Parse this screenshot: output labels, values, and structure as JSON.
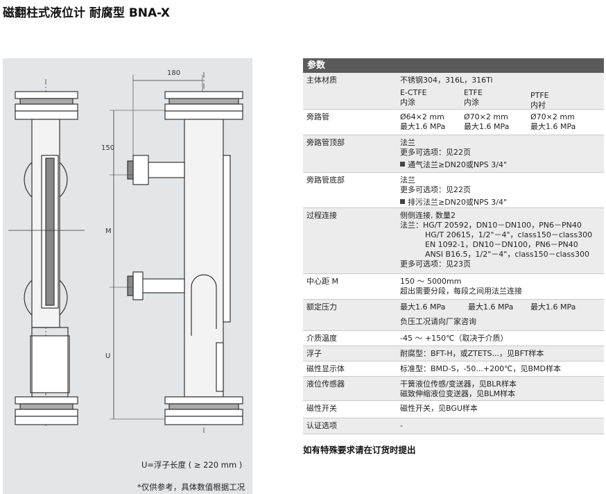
{
  "title": "磁翻柱式液位计 耐腐型 BNA-X",
  "drawing": {
    "dim_width": "180",
    "dim_150": "150",
    "dim_m": "M",
    "dim_u": "U",
    "caption1": "U=浮子长度 ( ≥ 220 mm )",
    "caption2": "*仅供参考，具体数值根据工况"
  },
  "panel": {
    "header": "参数",
    "rows": {
      "material": {
        "label": "主体材质",
        "line1": "不锈钢304，316L，316Ti",
        "col1_a": "E-CTFE",
        "col1_b": "内涂",
        "col2_a": "ETFE",
        "col2_b": "内涂",
        "col3_a": "PTFE",
        "col3_b": "内衬"
      },
      "bypass": {
        "label": "旁路管",
        "c1a": "Ø64×2 mm",
        "c1b": "最大1.6 MPa",
        "c2a": "Ø70×2 mm",
        "c2b": "最大1.6 MPa",
        "c3a": "Ø70×2 mm",
        "c3b": "最大1.6 MPa"
      },
      "top": {
        "label": "旁路管顶部",
        "l1": "法兰",
        "l2": "更多可选项：见22页",
        "l3": "通气法兰≥DN20或NPS 3/4\""
      },
      "bottom": {
        "label": "旁路管底部",
        "l1": "法兰",
        "l2": "更多可选项：见22页",
        "l3": "排污法兰≥DN20或NPS 3/4\""
      },
      "process": {
        "label": "过程连接",
        "l1": "侧侧连接, 数量2",
        "l2": "法兰：HG/T 20592，DN10－DN100，PN6－PN40",
        "l3": "HG/T 20615，1/2\"－4\"，class150－class300",
        "l4": "EN 1092-1，DN10－DN100，PN6－PN40",
        "l5": "ANSI B16.5，1/2\"－4\"，class150－class300",
        "l6": "更多可选项：见23页"
      },
      "center": {
        "label": "中心距 M",
        "l1": "150 ～ 5000mm",
        "l2": "超出需要分段，每段之间用法兰连接"
      },
      "pressure": {
        "label": "额定压力",
        "c1": "最大1.6 MPa",
        "c2": "最大1.6 MPa",
        "c3": "最大1.6 MPa",
        "l2": "负压工况请向厂家咨询"
      },
      "temp": {
        "label": "介质温度",
        "val": "-45 ～ +150℃（取决于介质）"
      },
      "float": {
        "label": "浮子",
        "val": "耐腐型：BFT-H，或ZTETS...，见BFT样本"
      },
      "display": {
        "label": "磁性显示体",
        "val": "标准型：BMD-S，-50...+200℃，见BMD样本"
      },
      "sensor": {
        "label": "液位传感器",
        "l1": "干簧液位传感/变送器，见BLR样本",
        "l2": "磁致伸缩液位变送器，见BLM样本"
      },
      "switch": {
        "label": "磁性开关",
        "val": "磁性开关，见BGU样本"
      },
      "cert": {
        "label": "认证选项",
        "val": "-"
      }
    }
  },
  "note": "如有特殊要求请在订货时提出"
}
